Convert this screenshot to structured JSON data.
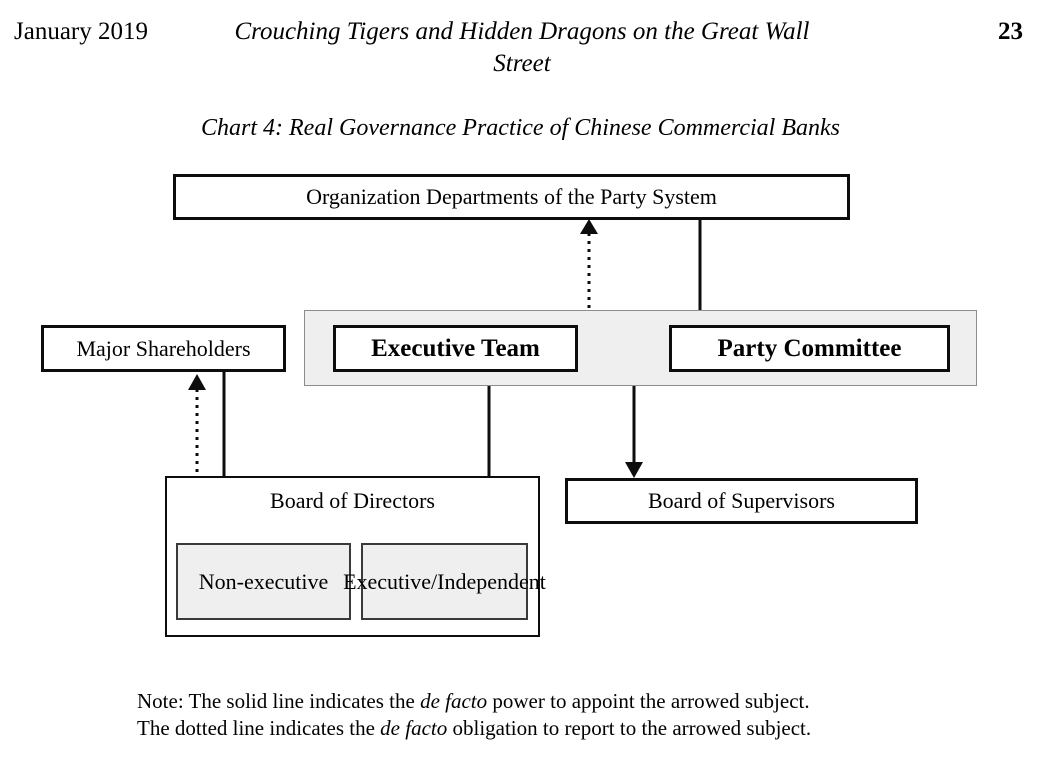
{
  "header": {
    "date": "January 2019",
    "title": "Crouching Tigers and Hidden Dragons on the Great Wall Street",
    "page_number": "23"
  },
  "chart": {
    "caption": "Chart 4: Real Governance Practice of Chinese Commercial Banks"
  },
  "nodes": {
    "org_departments": "Organization Departments of the Party System",
    "executive_team": "Executive Team",
    "party_committee": "Party Committee",
    "major_shareholders": "Major Shareholders",
    "board_of_supervisors": "Board of Supervisors",
    "board_of_directors": "Board of Directors",
    "non_executive": "Non-executive",
    "executive_independent": "Executive/Independent"
  },
  "note": {
    "line1_before": "Note: The solid line indicates the ",
    "line1_italic": "de facto",
    "line1_after": " power to appoint the arrowed subject.",
    "line2_before": "The dotted line indicates the ",
    "line2_italic": "de facto",
    "line2_after": " obligation to report to the arrowed subject."
  },
  "colors": {
    "stroke": "#0d0d0d",
    "group_fill": "#efefef",
    "subnode_fill": "#efefef",
    "page_background": "#ffffff"
  },
  "connectors": [
    {
      "name": "party-committee-reports-to-org-departments",
      "style": "dotted",
      "from": "party_committee_area",
      "to": "org_departments",
      "direction": "up"
    },
    {
      "name": "org-departments-appoints-party-committee",
      "style": "solid",
      "from": "org_departments",
      "to": "party_committee",
      "direction": "down"
    },
    {
      "name": "party-committee-appoints-board-of-supervisors",
      "style": "solid",
      "from": "party_committee",
      "to": "board_of_supervisors",
      "direction": "down"
    },
    {
      "name": "executive-team-appoints-executive-independent",
      "style": "solid",
      "from": "executive_team",
      "to": "executive_independent",
      "direction": "down"
    },
    {
      "name": "party-committee-leads-executive-team",
      "style": "block-arrow",
      "from": "party_committee",
      "to": "executive_team",
      "direction": "left"
    },
    {
      "name": "major-shareholders-appoints-non-executive",
      "style": "solid",
      "from": "major_shareholders",
      "to": "non_executive",
      "direction": "down"
    },
    {
      "name": "non-executive-reports-to-major-shareholders",
      "style": "dotted",
      "from": "non_executive",
      "to": "major_shareholders",
      "direction": "up"
    }
  ]
}
